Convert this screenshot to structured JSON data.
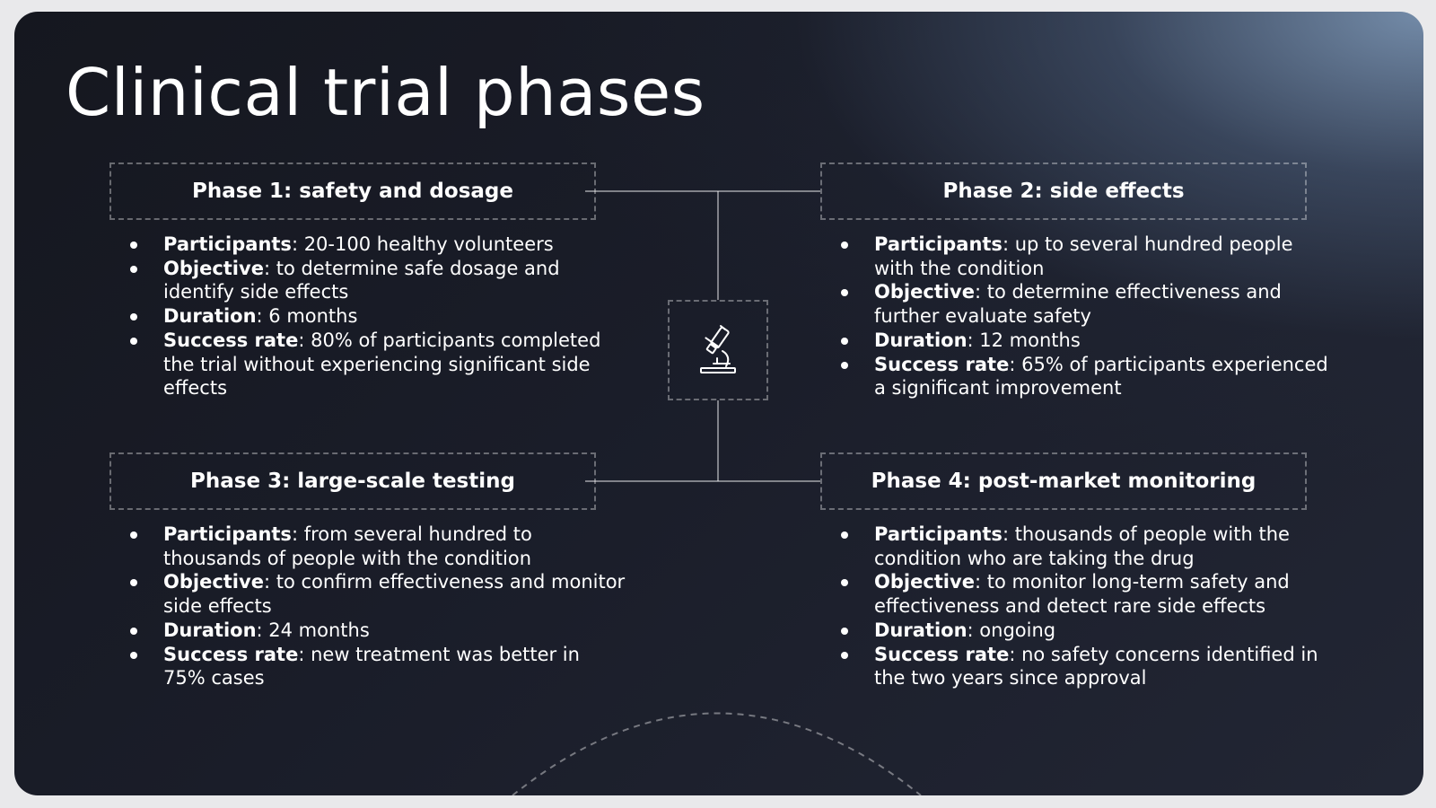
{
  "title": "Clinical trial phases",
  "center_icon": "microscope-icon",
  "phases": [
    {
      "heading": "Phase 1: safety and dosage",
      "items": [
        {
          "label": "Participants",
          "text": ": 20-100 healthy volunteers"
        },
        {
          "label": "Objective",
          "text": ": to determine safe dosage and identify side effects"
        },
        {
          "label": "Duration",
          "text": ": 6 months"
        },
        {
          "label": "Success rate",
          "text": ": 80% of participants completed the trial without experiencing significant side effects"
        }
      ]
    },
    {
      "heading": "Phase 2: side effects",
      "items": [
        {
          "label": "Participants",
          "text": ": up to several hundred people with the condition"
        },
        {
          "label": "Objective",
          "text": ": to determine effectiveness and further evaluate safety"
        },
        {
          "label": "Duration",
          "text": ": 12 months"
        },
        {
          "label": "Success rate",
          "text": ": 65% of participants experienced a significant improvement"
        }
      ]
    },
    {
      "heading": "Phase 3: large-scale testing",
      "items": [
        {
          "label": "Participants",
          "text": ": from several hundred to thousands of people with the condition"
        },
        {
          "label": "Objective",
          "text": ": to confirm effectiveness and monitor side effects"
        },
        {
          "label": "Duration",
          "text": ": 24 months"
        },
        {
          "label": "Success rate",
          "text": ": new treatment was better in 75% cases"
        }
      ]
    },
    {
      "heading": "Phase 4: post-market monitoring",
      "items": [
        {
          "label": "Participants",
          "text": ": thousands of people with the condition who are taking the drug"
        },
        {
          "label": "Objective",
          "text": ": to monitor long-term safety and effectiveness and detect rare side effects"
        },
        {
          "label": "Duration",
          "text": ": ongoing"
        },
        {
          "label": "Success rate",
          "text": ": no safety concerns identified in the two years since approval"
        }
      ]
    }
  ]
}
